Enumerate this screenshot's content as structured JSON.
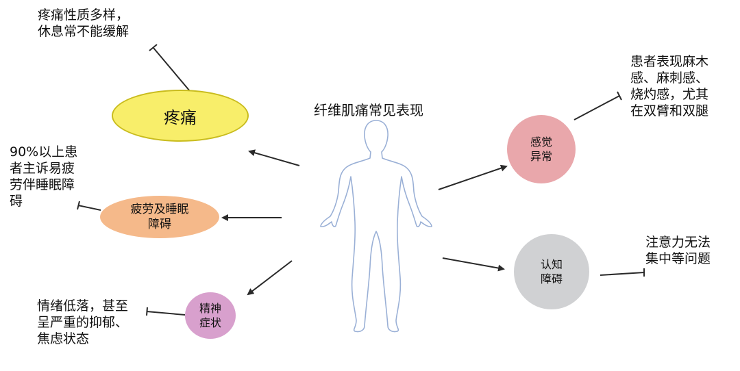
{
  "title": "纤维肌痛常见表现",
  "colors": {
    "pain": "#f8ee6a",
    "pain_border": "#c9bc1e",
    "fatigue": "#f5b98a",
    "mental": "#d8a0cd",
    "sensory": "#e9a7ab",
    "cognitive": "#d0d1d3",
    "body_outline": "#9ab0d6",
    "line": "#2a2a2a"
  },
  "nodes": {
    "pain": "疼痛",
    "fatigue": "疲劳及睡眠\n障碍",
    "mental": "精神\n症状",
    "sensory": "感觉\n异常",
    "cognitive": "认知\n障碍"
  },
  "notes": {
    "pain": "疼痛性质多样，\n休息常不能缓解",
    "fatigue": "90%以上患\n者主诉易疲\n劳伴睡眠障\n碍",
    "mental": "情绪低落，甚至\n呈严重的抑郁、\n焦虑状态",
    "sensory": "患者表现麻木\n感、麻刺感、\n烧灼感，尤其\n在双臂和双腿",
    "cognitive": "注意力无法\n集中等问题"
  }
}
